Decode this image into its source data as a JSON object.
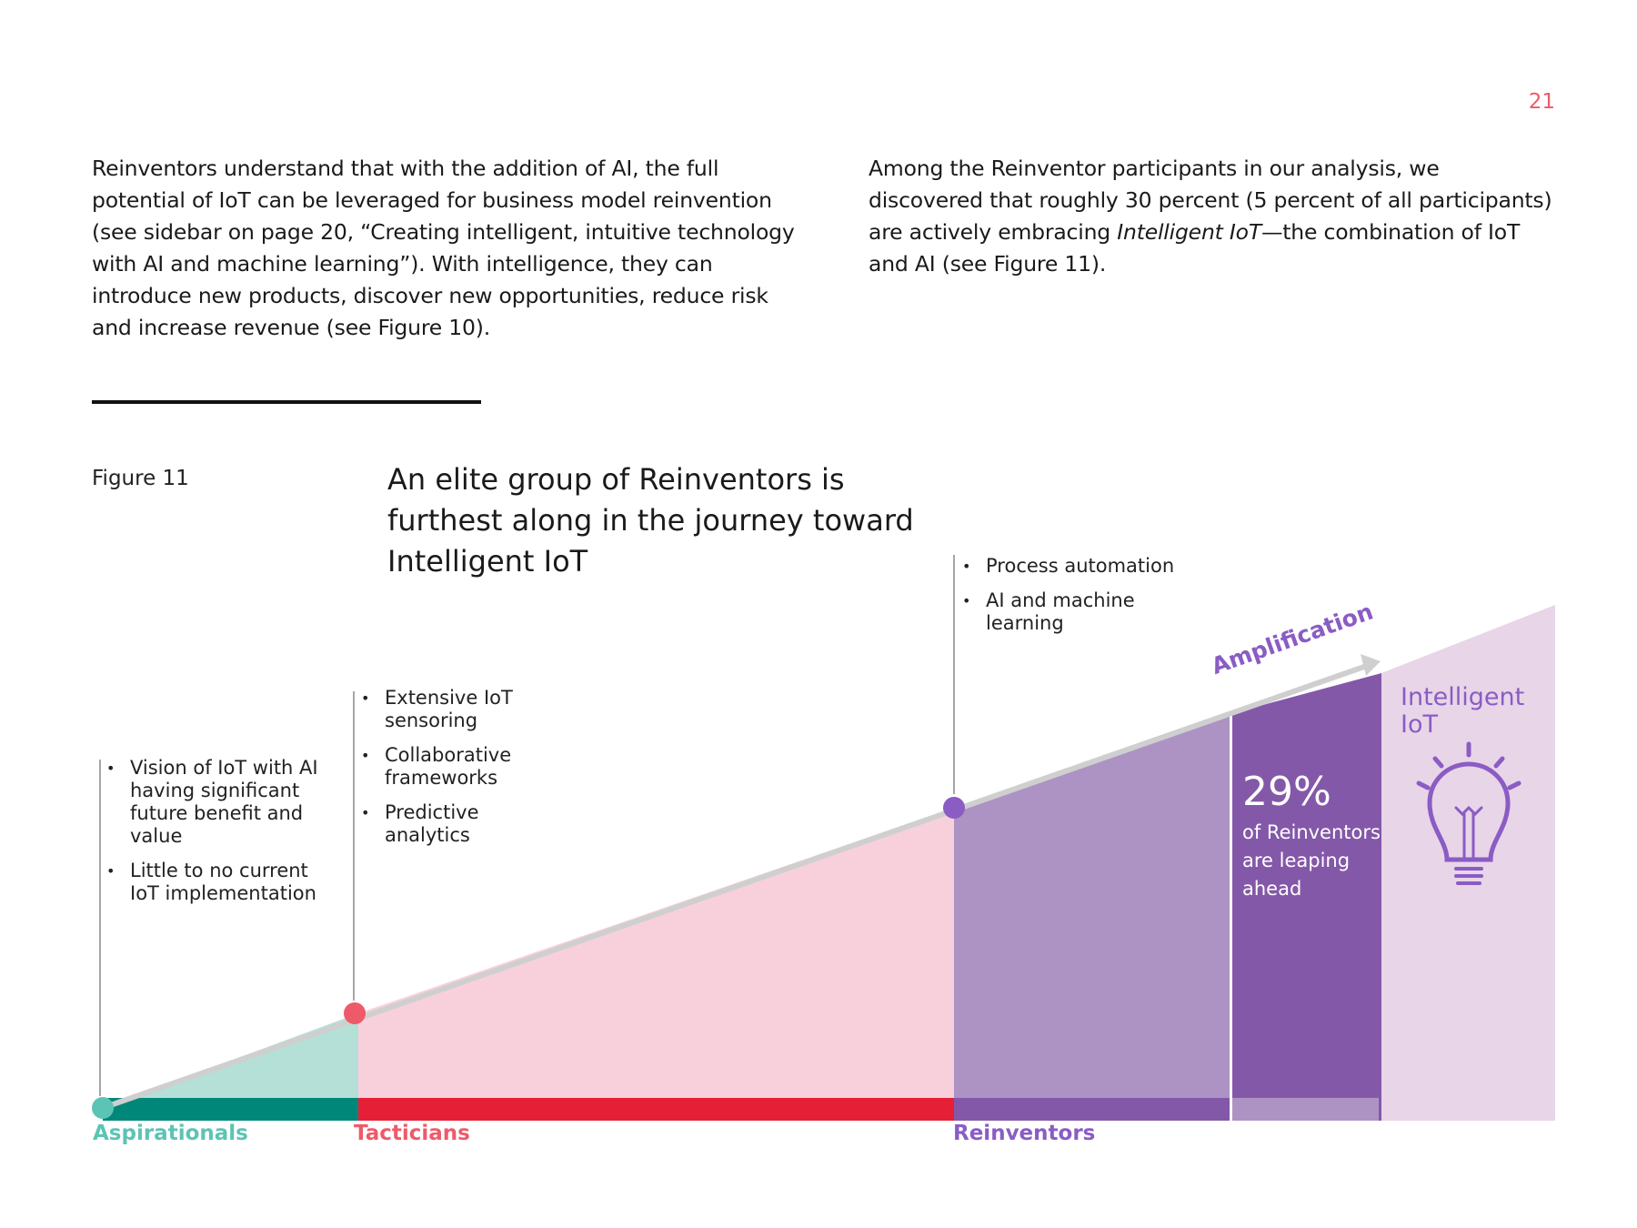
{
  "page_number": "21",
  "intro": {
    "left_paragraph": "Reinventors understand that with the addition of AI, the full potential of IoT can be leveraged for business model reinvention (see sidebar on page 20, “Creating intelligent, intuitive technology with AI and machine learning”). With intelligence, they can introduce new products, discover new opportunities, reduce risk and increase revenue (see Figure 10).",
    "right_paragraph_before": "Among the Reinventor participants in our analysis, we discovered that roughly 30 percent (5 percent of all participants) are actively embracing ",
    "right_paragraph_emphasis": "Intelligent IoT",
    "right_paragraph_after": "—the combination of IoT and AI (see Figure 11)."
  },
  "figure": {
    "label": "Figure 11",
    "title": "An elite group of Reinventors is furthest along in the journey toward Intelligent IoT"
  },
  "stages": {
    "aspirationals": {
      "label": "Aspirationals",
      "bullets": [
        "Vision of IoT with AI having significant future benefit and value",
        "Little to no current IoT implementation"
      ]
    },
    "tacticians": {
      "label": "Tacticians",
      "bullets": [
        "Extensive IoT sensoring",
        "Collaborative frameworks",
        "Predictive analytics"
      ]
    },
    "reinventors": {
      "label": "Reinventors",
      "bullets": [
        "Process automation",
        "AI and machine learning"
      ]
    }
  },
  "amplification": "Amplification",
  "leaping": {
    "value": "29%",
    "text": "of Reinventors are leaping ahead"
  },
  "intelligent_iot_label": "Intelligent IoT",
  "icons": {
    "idea": "lightbulb-icon"
  },
  "colors": {
    "aspirationals": "#00877a",
    "aspirationals_light": "#b4e0d8",
    "aspirationals_label": "#5cc4b4",
    "tacticians": "#e51f35",
    "tacticians_light": "#f8d0dc",
    "tacticians_label": "#ee5a69",
    "reinventors": "#8458a8",
    "reinventors_light": "#ad93c4",
    "intelligent_iot_light": "#e8d5e8",
    "accent_text": "#8a5cc4"
  }
}
